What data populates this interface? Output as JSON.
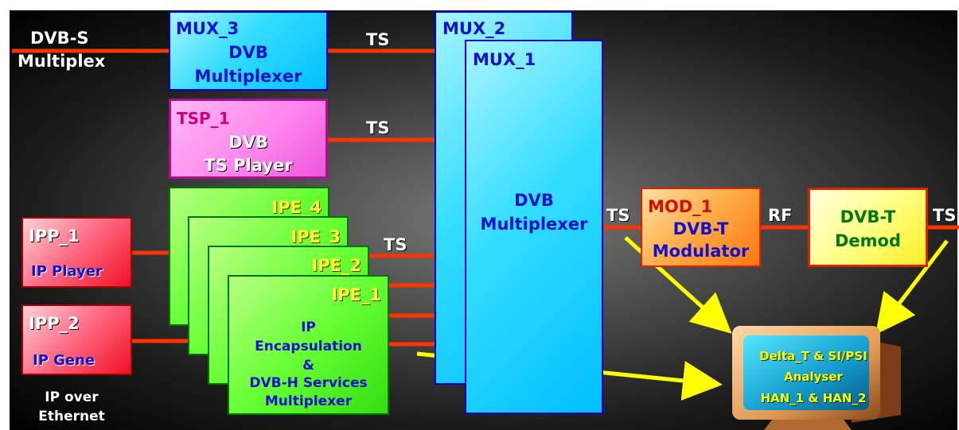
{
  "inputs": {
    "dvbs": [
      "DVB-S",
      "Multiplex"
    ],
    "ip_over_ethernet": [
      "IP over",
      "Ethernet"
    ]
  },
  "mux3": {
    "id": "MUX_3",
    "line1": "DVB",
    "line2": "Multiplexer"
  },
  "tsp1": {
    "id": "TSP_1",
    "line1": "DVB",
    "line2": "TS Player"
  },
  "mux2": {
    "id": "MUX_2"
  },
  "mux1": {
    "id": "MUX_1",
    "line1": "DVB",
    "line2": "Multiplexer"
  },
  "ipe4": {
    "id": "IPE_4"
  },
  "ipe3": {
    "id": "IPE_3"
  },
  "ipe2": {
    "id": "IPE_2"
  },
  "ipe1": {
    "id": "IPE_1",
    "lines": [
      "IP",
      "Encapsulation",
      "&",
      "DVB-H Services",
      "Multiplexer"
    ]
  },
  "ipp1": {
    "id": "IPP_1",
    "label": "IP Player"
  },
  "ipp2": {
    "id": "IPP_2",
    "label": "IP Gene"
  },
  "mod1": {
    "id": "MOD_1",
    "line1": "DVB-T",
    "line2": "Modulator"
  },
  "demod": {
    "line1": "DVB-T",
    "line2": "Demod"
  },
  "links": {
    "ts1": "TS",
    "ts2": "TS",
    "ts3": "TS",
    "ts4": "TS",
    "ts5": "TS",
    "rf": "RF"
  },
  "analyser": {
    "lines": [
      "Delta_T & SI/PSI",
      "Analyser",
      "HAN_1 & HAN_2"
    ]
  },
  "colors": {
    "line": "#ff3300",
    "arrow": "#ffff00",
    "mux": "#00bfff",
    "ipe": "#55ee22",
    "ipp": "#ff3344"
  }
}
